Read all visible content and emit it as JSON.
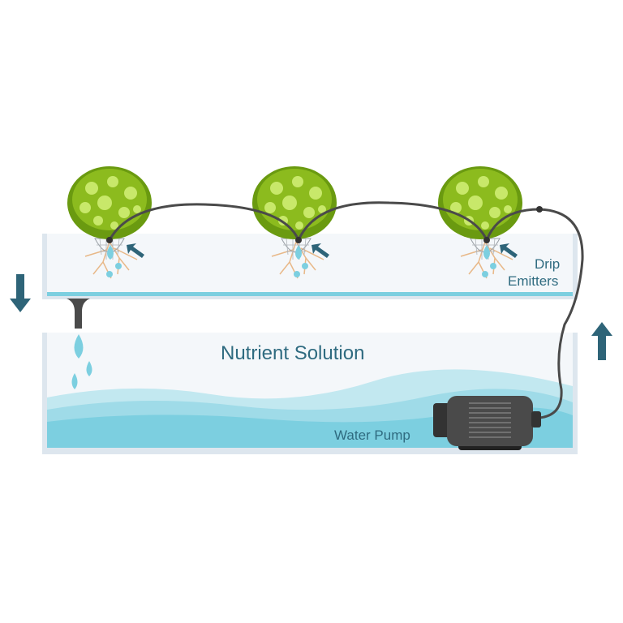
{
  "labels": {
    "drip_emitters_line1": "Drip",
    "drip_emitters_line2": "Emitters",
    "nutrient_solution": "Nutrient Solution",
    "water_pump": "Water Pump"
  },
  "colors": {
    "text": "#2f6b80",
    "arrow": "#2e6478",
    "water": "#7ccfe0",
    "leaf_dark": "#6a9a10",
    "leaf_light": "#c8e86a",
    "hose": "#4a4a4a",
    "tray": "#f4f7fa",
    "root": "#e8b888"
  },
  "icons": [
    "arrow-down-icon",
    "arrow-up-icon",
    "plant-icon",
    "water-pump-icon",
    "water-drop-icon"
  ]
}
